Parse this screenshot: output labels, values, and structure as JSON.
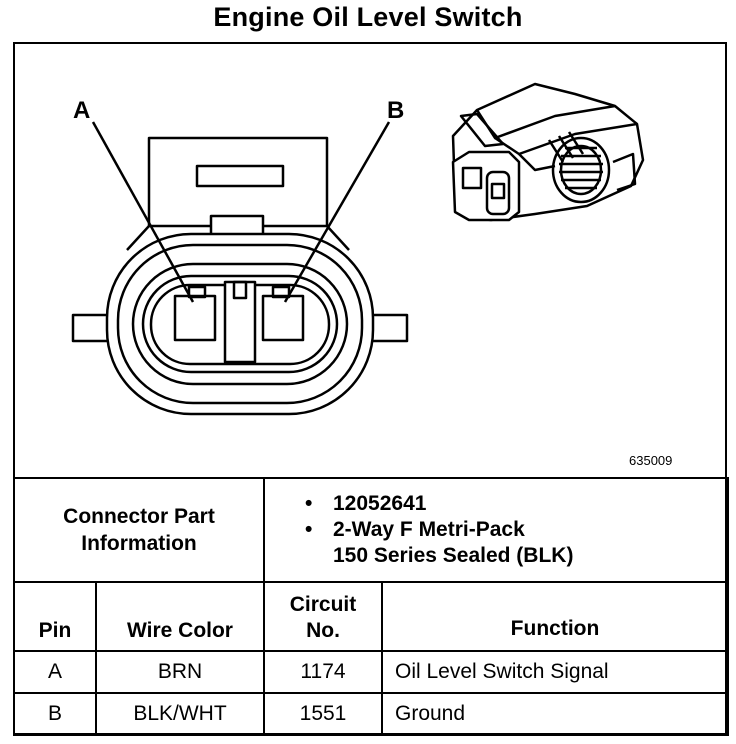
{
  "title": "Engine Oil Level Switch",
  "figure_id": "635009",
  "pins": {
    "a": "A",
    "b": "B"
  },
  "connector": {
    "label_line1": "Connector Part",
    "label_line2": "Information",
    "part_number": "12052641",
    "description_line1": "2-Way F Metri-Pack",
    "description_line2": "150 Series Sealed (BLK)"
  },
  "table": {
    "headers": {
      "pin": "Pin",
      "wire_color": "Wire Color",
      "circuit_line1": "Circuit",
      "circuit_line2": "No.",
      "function": "Function"
    },
    "rows": [
      {
        "pin": "A",
        "wire_color": "BRN",
        "circuit": "1174",
        "function": "Oil Level Switch Signal"
      },
      {
        "pin": "B",
        "wire_color": "BLK/WHT",
        "circuit": "1551",
        "function": "Ground"
      }
    ]
  }
}
